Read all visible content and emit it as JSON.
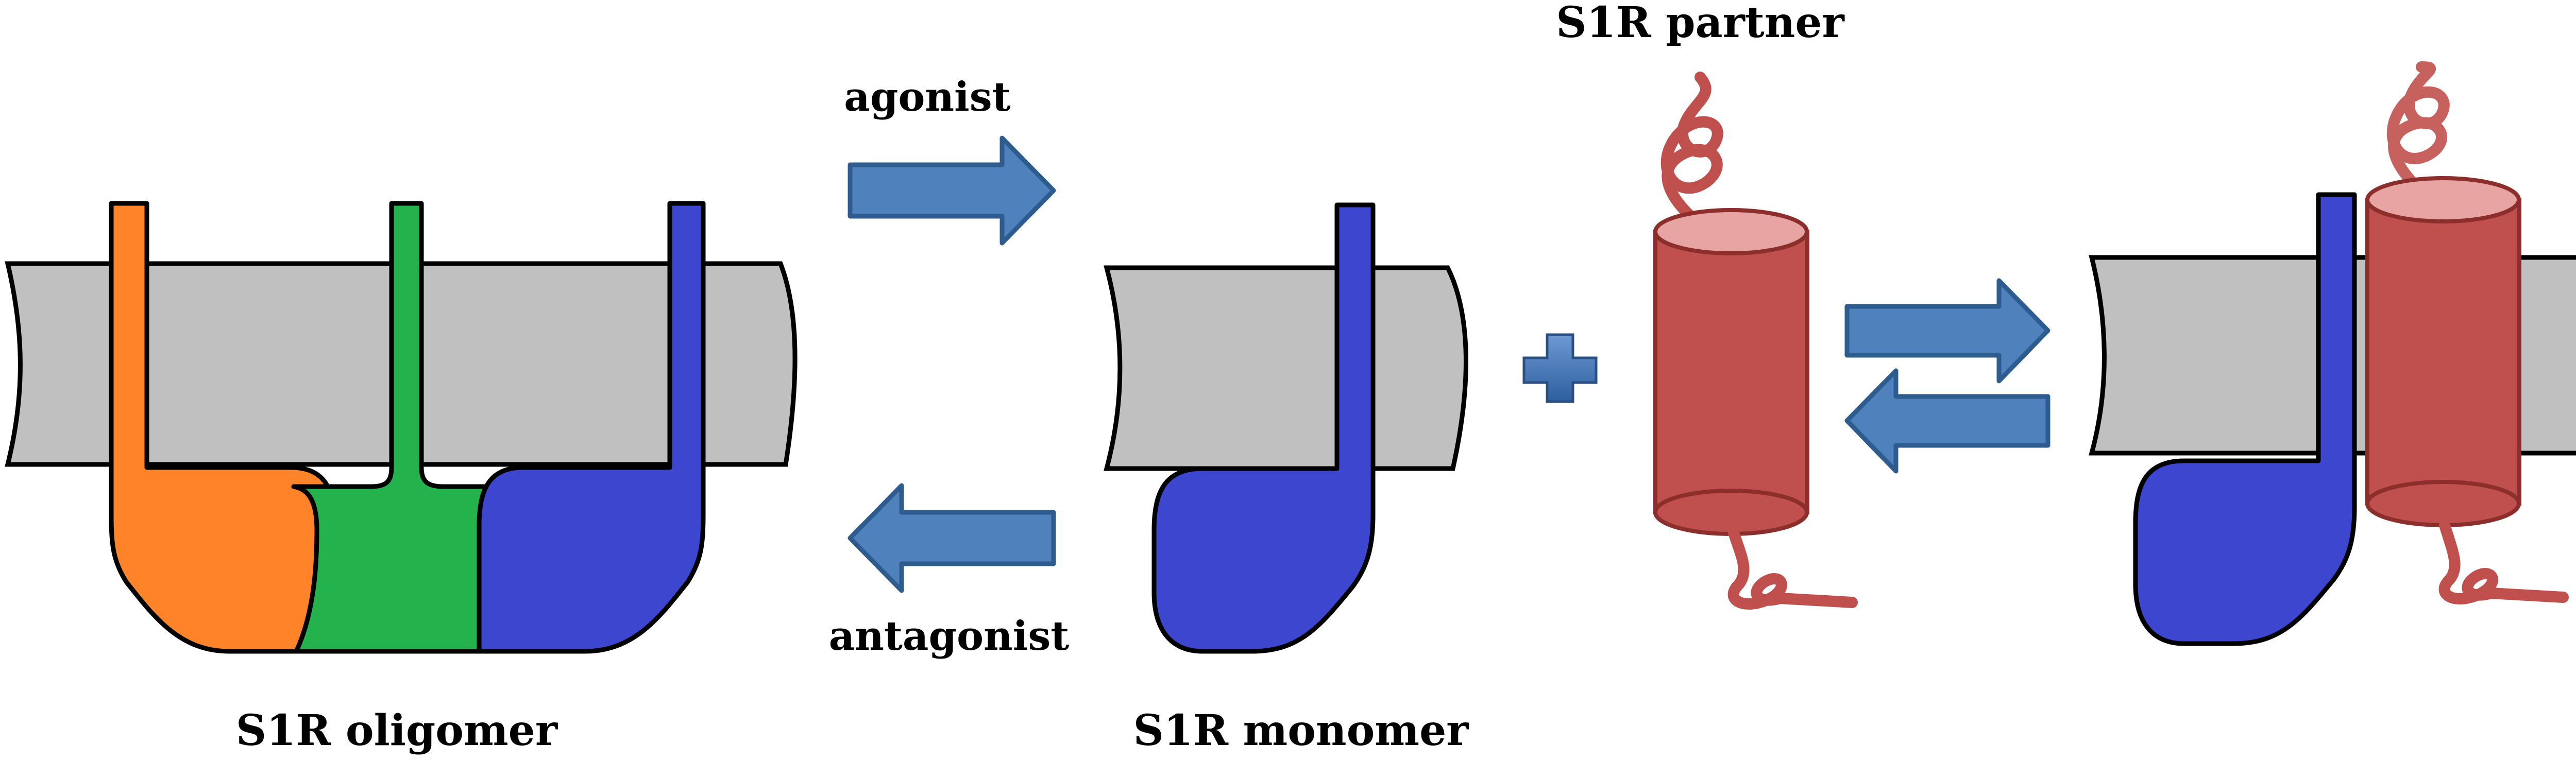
{
  "labels": {
    "agonist": "agonist",
    "antagonist": "antagonist",
    "oligomer": "S1R oligomer",
    "monomer": "S1R monomer",
    "partner": "S1R partner"
  },
  "colors": {
    "membrane": "#c0c0c0",
    "orange_subunit": "#ff8429",
    "green_subunit": "#23b24b",
    "blue_subunit": "#3d46cf",
    "arrow": "#4f81bd",
    "arrow_border": "#2f5c8f",
    "partner_body": "#c0504d",
    "partner_top": "#e8a3a3",
    "helix": "#c0504d"
  },
  "icons": {
    "plus": "plus-icon",
    "forward_arrow": "arrow-right-icon",
    "reverse_arrow": "arrow-left-icon"
  }
}
